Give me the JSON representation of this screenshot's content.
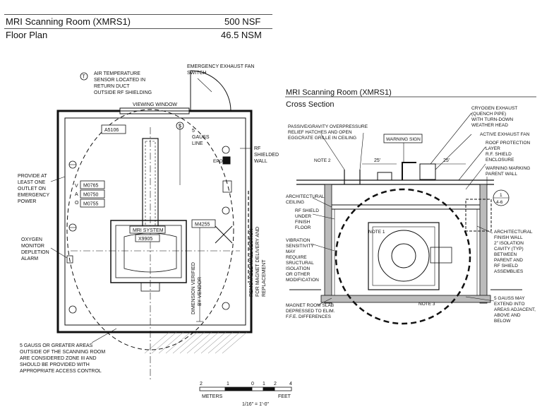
{
  "header": {
    "room_title": "MRI Scanning Room (XMRS1)",
    "area_nsf": "500 NSF",
    "subtitle": "Floor Plan",
    "area_nsm": "46.5 NSM"
  },
  "floor_plan": {
    "note_air_temp": [
      "AIR TEMPERATURE",
      "SENSOR LOCATED IN",
      "RETURN DUCT",
      "OUTSIDE RF SHIELDING"
    ],
    "note_air_temp_symbol": "T",
    "viewing_window": "VIEWING WINDOW",
    "emergency_fan": [
      "EMERGENCY EXHAUST FAN",
      "SWITCH"
    ],
    "gauss_line": [
      "5",
      "GAUSS",
      "LINE"
    ],
    "gauss_symbol": "S",
    "rf_wall": [
      "RF",
      "SHIELDED",
      "WALL"
    ],
    "epo": "EPO",
    "code_a5106": "A5106",
    "outlet_note": [
      "PROVIDE AT",
      "LEAST ONE",
      "OUTLET ON",
      "EMERGENCY",
      "POWER"
    ],
    "outlet_letters": [
      "V",
      "A",
      "O"
    ],
    "code_m0765": "M0765",
    "code_m0750": "M0750",
    "code_m0755": "M0755",
    "oxygen_alarm": [
      "OXYGEN",
      "MONITOR",
      "DEPLETION",
      "ALARM"
    ],
    "mri_system": "MRI SYSTEM",
    "mri_code": "X9905",
    "code_m4255": "M4255",
    "dimension_note": [
      "DIMENSION VERIFIED",
      "BY VENDOR"
    ],
    "removable_wall": [
      "REMOVABLE WALL SECTION",
      "FOR MAGNET DELIVERY AND",
      "REPLACEMENT"
    ],
    "zone_note": [
      "5 GAUSS OR GREATER AREAS",
      "OUTSIDE OF THE SCANNING ROOM",
      "ARE CONSIDERED ZONE III AND",
      "SHOULD BE PROVIDED WITH",
      "APPROPRIATE ACCESS CONTROL"
    ]
  },
  "scale": {
    "meters_ticks": [
      "2",
      "1",
      "0"
    ],
    "feet_ticks": [
      "1",
      "2",
      "4"
    ],
    "meters_label": "METERS",
    "feet_label": "FEET",
    "ratio": "1/16\" = 1'-0\""
  },
  "cross_section": {
    "title": "MRI Scanning Room (XMRS1)",
    "subtitle": "Cross Section",
    "passive_relief": [
      "PASSIVE/GRAVITY OVERPRESSURE",
      "RELIEF HATCHES AND OPEN",
      "EGGCRATE GRILLE IN CEILING"
    ],
    "warning_sign": "WARNING SIGN",
    "cryogen_exhaust": [
      "CRYOGEN EXHAUST",
      "(QUENCH PIPE)",
      "WITH TURN-DOWN",
      "WEATHER HEAD"
    ],
    "active_fan": "ACTIVE EXHAUST FAN",
    "roof_layer": [
      "ROOF PROTECTION",
      "LAYER"
    ],
    "rf_enclosure": [
      "R.F. SHIELD",
      "ENCLOSURE"
    ],
    "warning_marking": "WARNING MARKING",
    "parent_wall": "PARENT WALL",
    "note_2": "NOTE 2",
    "dim_25_a": "25'",
    "dim_25_b": "25'",
    "detail_num": "1",
    "detail_sheet": "4-6",
    "arch_ceiling": [
      "ARCHITECTURAL",
      "CEILING"
    ],
    "rf_floor": [
      "RF SHIELD",
      "UNDER",
      "FINISH",
      "FLOOR"
    ],
    "note_1": "NOTE 1",
    "vibration": [
      "VIBRATION",
      "SENSITIVITY",
      "MAY",
      "REQUIRE",
      "SRUCTURAL",
      "ISOLATION",
      "OR OTHER",
      "MODIFICATION"
    ],
    "arch_finish_wall": [
      "ARCHITECTURAL",
      "FINISH WALL",
      "2\" ISOLATION",
      "CAVITY (TYP)",
      "BETWEEN",
      "PARENT AND",
      "RF SHIELD",
      "ASSEMBLIES"
    ],
    "note_3": "NOTE 3",
    "slab": [
      "MAGNET ROOM SLAB",
      "DEPRESSED TO ELIM.",
      "F.F.E. DIFFERENCES"
    ],
    "gauss_extend": [
      "5 GAUSS MAY",
      "EXTEND INTO",
      "AREAS ADJACENT,",
      "ABOVE AND",
      "BELOW"
    ]
  }
}
